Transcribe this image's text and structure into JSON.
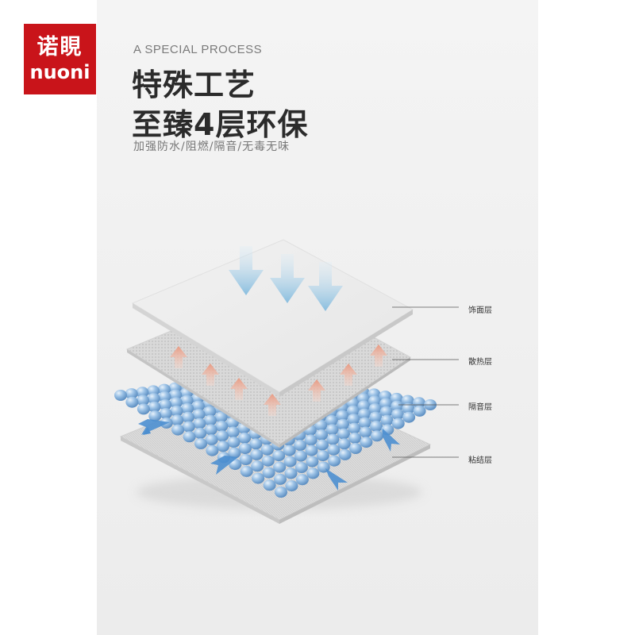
{
  "logo": {
    "cn": "诺睍",
    "en": "nuoni"
  },
  "header": {
    "subtitle_en": "A SPECIAL PROCESS",
    "title_line1": "特殊工艺",
    "title_line2": "至臻4层环保",
    "features": "加强防水/阻燃/隔音/无毒无味"
  },
  "layers": [
    {
      "label": "饰面层"
    },
    {
      "label": "散热层"
    },
    {
      "label": "隔音层"
    },
    {
      "label": "粘结层"
    }
  ],
  "colors": {
    "brand_red": "#c9141a",
    "arrow_blue": "#8cc3e2",
    "arrow_orange": "#eba58e",
    "bubble_blue": "#7aaedb"
  }
}
